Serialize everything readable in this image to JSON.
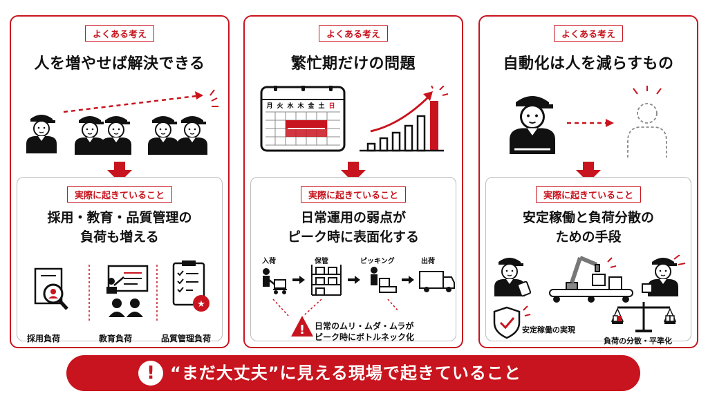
{
  "panels": [
    {
      "tag": "よくある考え",
      "headline": "人を増やせば解決できる",
      "inner_tag": "実際に起きていること",
      "inner_title_1": "採用・教育・品質管理の",
      "inner_title_2": "負荷も増える",
      "captions": [
        "採用負荷",
        "教育負荷",
        "品質管理負荷"
      ]
    },
    {
      "tag": "よくある考え",
      "headline": "繁忙期だけの問題",
      "calendar_days": [
        "月",
        "火",
        "水",
        "木",
        "金",
        "土",
        "日"
      ],
      "inner_tag": "実際に起きていること",
      "inner_title_1": "日常運用の弱点が",
      "inner_title_2": "ピーク時に表面化する",
      "steps": [
        "入荷",
        "保管",
        "ピッキング",
        "出荷"
      ],
      "warning_1": "日常のムリ・ムダ・ムラが",
      "warning_2": "ピーク時にボトルネック化"
    },
    {
      "tag": "よくある考え",
      "headline": "自動化は人を減らすもの",
      "inner_tag": "実際に起きていること",
      "inner_title_1": "安定稼働と負荷分散の",
      "inner_title_2": "ための手段",
      "captions": [
        "安定稼働の実現",
        "負荷の分散・平準化"
      ]
    }
  ],
  "banner": {
    "icon": "!",
    "text": "“まだ大丈夫”に見える現場で起きていること"
  },
  "colors": {
    "accent": "#c8141e",
    "dark": "#111111",
    "gray": "#bdbdbd"
  }
}
